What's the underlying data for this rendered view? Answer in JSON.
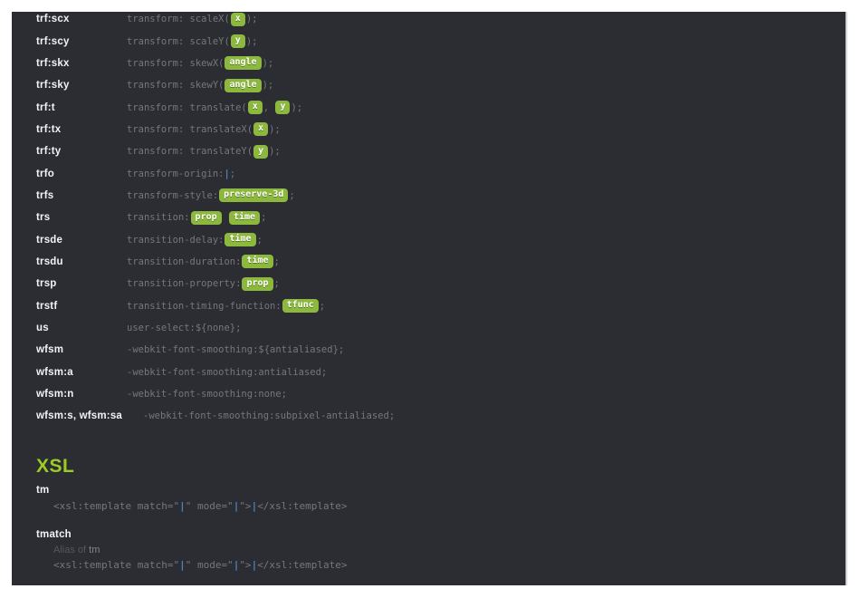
{
  "theme": {
    "page_bg": "#ffffff",
    "panel_bg": "#2b2d33",
    "abbr_color": "#f1f2f3",
    "def_color": "#74777b",
    "pill_green": "#8cb83e",
    "heading_green": "#9ccb23",
    "cursor_blue": "#4d82c4",
    "alias_dim": "#53565b",
    "alias_link": "#83878b"
  },
  "css_section": {
    "entries": [
      {
        "abbr": "trf:scx",
        "parts": [
          {
            "t": "text",
            "v": "transform: scaleX("
          },
          {
            "t": "ph",
            "v": "x"
          },
          {
            "t": "text",
            "v": ");"
          }
        ]
      },
      {
        "abbr": "trf:scy",
        "parts": [
          {
            "t": "text",
            "v": "transform: scaleY("
          },
          {
            "t": "ph",
            "v": "y"
          },
          {
            "t": "text",
            "v": ");"
          }
        ]
      },
      {
        "abbr": "trf:skx",
        "parts": [
          {
            "t": "text",
            "v": "transform: skewX("
          },
          {
            "t": "ph",
            "v": "angle"
          },
          {
            "t": "text",
            "v": ");"
          }
        ]
      },
      {
        "abbr": "trf:sky",
        "parts": [
          {
            "t": "text",
            "v": "transform: skewY("
          },
          {
            "t": "ph",
            "v": "angle"
          },
          {
            "t": "text",
            "v": ");"
          }
        ]
      },
      {
        "abbr": "trf:t",
        "parts": [
          {
            "t": "text",
            "v": "transform: translate("
          },
          {
            "t": "ph",
            "v": "x"
          },
          {
            "t": "text",
            "v": ", "
          },
          {
            "t": "ph",
            "v": "y"
          },
          {
            "t": "text",
            "v": ");"
          }
        ]
      },
      {
        "abbr": "trf:tx",
        "parts": [
          {
            "t": "text",
            "v": "transform: translateX("
          },
          {
            "t": "ph",
            "v": "x"
          },
          {
            "t": "text",
            "v": ");"
          }
        ]
      },
      {
        "abbr": "trf:ty",
        "parts": [
          {
            "t": "text",
            "v": "transform: translateY("
          },
          {
            "t": "ph",
            "v": "y"
          },
          {
            "t": "text",
            "v": ");"
          }
        ]
      },
      {
        "abbr": "trfo",
        "parts": [
          {
            "t": "text",
            "v": "transform-origin:"
          },
          {
            "t": "cursor",
            "v": "|"
          },
          {
            "t": "text",
            "v": ";"
          }
        ]
      },
      {
        "abbr": "trfs",
        "parts": [
          {
            "t": "text",
            "v": "transform-style:"
          },
          {
            "t": "ph",
            "v": "preserve-3d"
          },
          {
            "t": "text",
            "v": ";"
          }
        ]
      },
      {
        "abbr": "trs",
        "parts": [
          {
            "t": "text",
            "v": "transition:"
          },
          {
            "t": "ph",
            "v": "prop"
          },
          {
            "t": "text",
            "v": " "
          },
          {
            "t": "ph",
            "v": "time"
          },
          {
            "t": "text",
            "v": ";"
          }
        ]
      },
      {
        "abbr": "trsde",
        "parts": [
          {
            "t": "text",
            "v": "transition-delay:"
          },
          {
            "t": "ph",
            "v": "time"
          },
          {
            "t": "text",
            "v": ";"
          }
        ]
      },
      {
        "abbr": "trsdu",
        "parts": [
          {
            "t": "text",
            "v": "transition-duration:"
          },
          {
            "t": "ph",
            "v": "time"
          },
          {
            "t": "text",
            "v": ";"
          }
        ]
      },
      {
        "abbr": "trsp",
        "parts": [
          {
            "t": "text",
            "v": "transition-property:"
          },
          {
            "t": "ph",
            "v": "prop"
          },
          {
            "t": "text",
            "v": ";"
          }
        ]
      },
      {
        "abbr": "trstf",
        "parts": [
          {
            "t": "text",
            "v": "transition-timing-function:"
          },
          {
            "t": "ph",
            "v": "tfunc"
          },
          {
            "t": "text",
            "v": ";"
          }
        ]
      },
      {
        "abbr": "us",
        "parts": [
          {
            "t": "text",
            "v": "user-select:${none};"
          }
        ]
      },
      {
        "abbr": "wfsm",
        "parts": [
          {
            "t": "text",
            "v": "-webkit-font-smoothing:${antialiased};"
          }
        ]
      },
      {
        "abbr": "wfsm:a",
        "parts": [
          {
            "t": "text",
            "v": "-webkit-font-smoothing:antialiased;"
          }
        ]
      },
      {
        "abbr": "wfsm:n",
        "parts": [
          {
            "t": "text",
            "v": "-webkit-font-smoothing:none;"
          }
        ]
      },
      {
        "abbr": "wfsm:s, wfsm:sa",
        "parts": [
          {
            "t": "text",
            "v": "-webkit-font-smoothing:subpixel-antialiased;"
          }
        ]
      }
    ]
  },
  "xsl_section": {
    "title": "XSL",
    "items": [
      {
        "abbr": "tm",
        "code": [
          {
            "t": "text",
            "v": "<xsl:template match=\""
          },
          {
            "t": "cursor",
            "v": "|"
          },
          {
            "t": "text",
            "v": "\" mode=\""
          },
          {
            "t": "cursor",
            "v": "|"
          },
          {
            "t": "text",
            "v": "\">"
          },
          {
            "t": "cursor",
            "v": "|"
          },
          {
            "t": "text",
            "v": "</xsl:template>"
          }
        ]
      },
      {
        "abbr": "tmatch",
        "alias_prefix": "Alias of ",
        "alias_target": "tm",
        "code": [
          {
            "t": "text",
            "v": "<xsl:template match=\""
          },
          {
            "t": "cursor",
            "v": "|"
          },
          {
            "t": "text",
            "v": "\" mode=\""
          },
          {
            "t": "cursor",
            "v": "|"
          },
          {
            "t": "text",
            "v": "\">"
          },
          {
            "t": "cursor",
            "v": "|"
          },
          {
            "t": "text",
            "v": "</xsl:template>"
          }
        ]
      }
    ]
  }
}
